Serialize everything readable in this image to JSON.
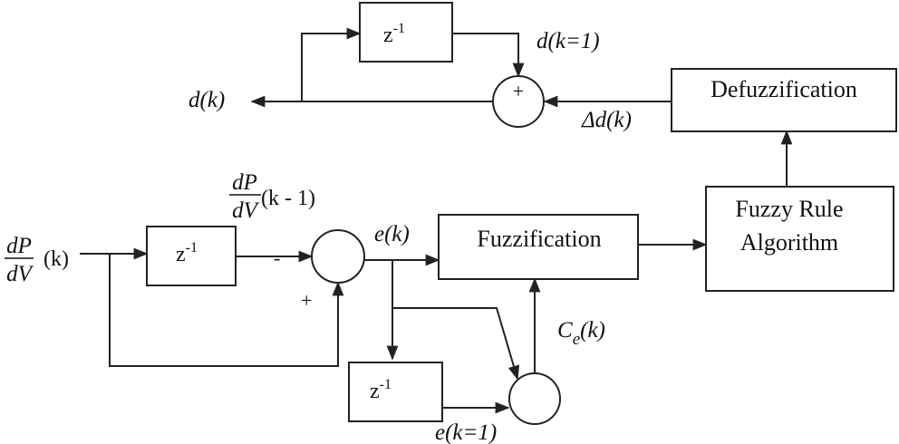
{
  "blocks": {
    "delay_top": "z",
    "delay_top_exp": "-1",
    "delay_mid": "z",
    "delay_mid_exp": "-1",
    "delay_bottom": "z",
    "delay_bottom_exp": "-1",
    "defuzzification": "Defuzzification",
    "fuzzification": "Fuzzification",
    "fuzzy_rule_line1": "Fuzzy Rule",
    "fuzzy_rule_line2": "Algorithm"
  },
  "signals": {
    "d_k": "d(k)",
    "d_k_prev": "d(k=1)",
    "delta_d_k": "Δd(k)",
    "input_num": "dP",
    "input_den": "dV",
    "input_arg": "(k)",
    "prev_num": "dP",
    "prev_den": "dV",
    "prev_arg": "(k - 1)",
    "e_k": "e(k)",
    "e_k_prev": "e(k=1)",
    "ce_main": "C",
    "ce_sub": "e",
    "ce_arg": "(k)"
  },
  "signs": {
    "sum_top_plus": "+",
    "sum_left_minus": "-",
    "sum_left_plus": "+"
  }
}
